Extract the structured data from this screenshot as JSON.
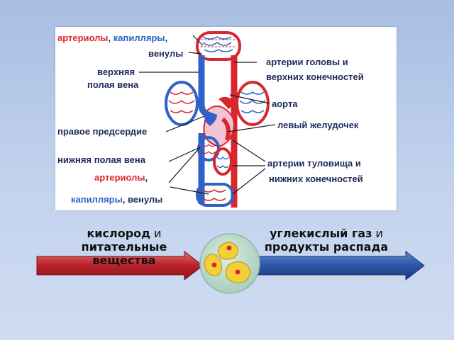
{
  "labels": {
    "arterioles_top": "артериолы",
    "comma1": ",",
    "capillaries_top": "капилляры",
    "comma2": ",",
    "venules_top": "венулы",
    "svc_line1": "верхняя",
    "svc_line2": "полая вена",
    "right_atrium": "правое предсердие",
    "ivc": "нижняя полая вена",
    "arterioles_bottom": "артериолы",
    "comma3": ",",
    "capillaries_bottom": "капилляры",
    "venules_bottom": ", венулы",
    "head_arteries_line1": "артерии головы и",
    "head_arteries_line2": "верхних конечностей",
    "aorta": "аорта",
    "left_ventricle": "левый желудочек",
    "trunk_arteries_line1": "артерии туловища и",
    "trunk_arteries_line2": "нижних конечностей"
  },
  "bottom": {
    "oxygen_bold": "кислород",
    "oxygen_and": " и",
    "nutrients_line2": "питательные",
    "nutrients_line3": "вещества",
    "co2_bold": "углекислый газ",
    "co2_and": " и",
    "decay_line2": "продукты распада"
  },
  "colors": {
    "artery": "#d8272f",
    "vein": "#2f62c8",
    "label_dark": "#1f2a5c",
    "arrow_red": "#b8222a",
    "arrow_blue": "#2c55a8",
    "cell_fill": "#f3cf3a"
  }
}
